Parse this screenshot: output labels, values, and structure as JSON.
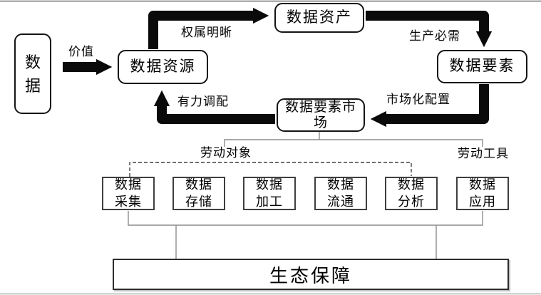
{
  "diagram": {
    "title_hint": "data-elements-flow-diagram",
    "nodes": {
      "data": "数据",
      "resources": "数据资源",
      "assets": "数据资产",
      "elements": "数据要素",
      "market": "数据要素市场"
    },
    "edge_labels": {
      "value": "价值",
      "ownership": "权属明晰",
      "production": "生产必需",
      "market_alloc": "市场化配置",
      "deploy": "有力调配"
    },
    "group_labels": {
      "labor_object": "劳动对象",
      "labor_tool": "劳动工具"
    },
    "process_boxes": [
      "数据采集",
      "数据存储",
      "数据加工",
      "数据流通",
      "数据分析",
      "数据应用"
    ],
    "foundation": "生态保障",
    "colors": {
      "arrow": "#0a0a0a",
      "node_border": "#141414",
      "process_border": "#3f3f3f",
      "connector": "#8c8c8c",
      "dashed": "#404040",
      "page_line_top": "#4d4d4d",
      "page_line_bottom": "#a0a0a0"
    }
  }
}
